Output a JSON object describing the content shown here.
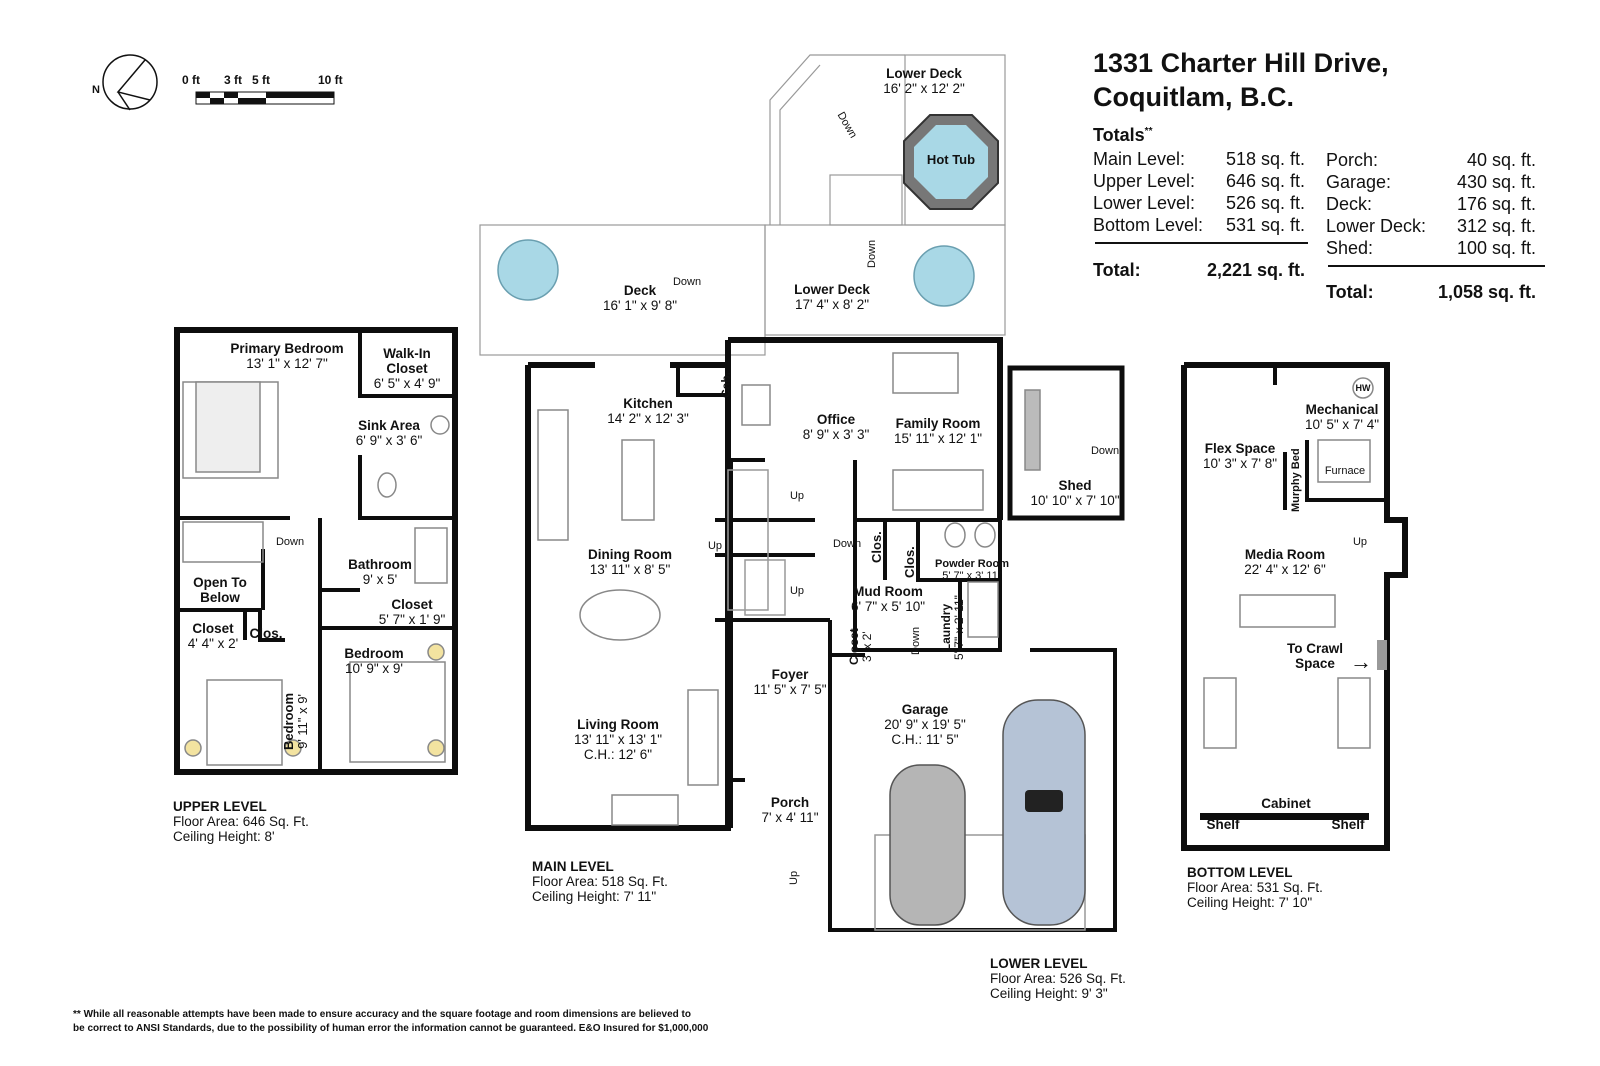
{
  "header": {
    "address_line1": "1331 Charter Hill Drive,",
    "address_line2": "Coquitlam, B.C.",
    "totals_title": "Totals",
    "totals_mark": "**"
  },
  "totals_left": {
    "rows": [
      {
        "label": "Main Level:",
        "value": "518 sq. ft."
      },
      {
        "label": "Upper Level:",
        "value": "646 sq. ft."
      },
      {
        "label": "Lower Level:",
        "value": "526 sq. ft."
      },
      {
        "label": "Bottom Level:",
        "value": "531 sq. ft."
      }
    ],
    "total_label": "Total:",
    "total_value": "2,221 sq. ft."
  },
  "totals_right": {
    "rows": [
      {
        "label": "Porch:",
        "value": "40 sq. ft."
      },
      {
        "label": "Garage:",
        "value": "430 sq. ft."
      },
      {
        "label": "Deck:",
        "value": "176 sq. ft."
      },
      {
        "label": "Lower Deck:",
        "value": "312 sq. ft."
      },
      {
        "label": "Shed:",
        "value": "100 sq. ft."
      }
    ],
    "total_label": "Total:",
    "total_value": "1,058 sq. ft."
  },
  "scale": {
    "l0": "0 ft",
    "l3": "3 ft",
    "l5": "5 ft",
    "l10": "10 ft",
    "compass": "N"
  },
  "levels": {
    "upper": {
      "name": "UPPER LEVEL",
      "area": "Floor Area: 646 Sq. Ft.",
      "ceiling": "Ceiling Height: 8'"
    },
    "main": {
      "name": "MAIN LEVEL",
      "area": "Floor Area: 518 Sq. Ft.",
      "ceiling": "Ceiling Height: 7' 11\""
    },
    "lower": {
      "name": "LOWER LEVEL",
      "area": "Floor Area: 526 Sq. Ft.",
      "ceiling": "Ceiling Height: 9' 3\""
    },
    "bottom": {
      "name": "BOTTOM LEVEL",
      "area": "Floor Area: 531 Sq. Ft.",
      "ceiling": "Ceiling Height: 7' 10\""
    }
  },
  "rooms": {
    "primary_bedroom": {
      "name": "Primary Bedroom",
      "dims": "13' 1\" x 12' 7\""
    },
    "walk_in_closet": {
      "name": "Walk-In",
      "name2": "Closet",
      "dims": "6' 5\" x 4' 9\""
    },
    "sink_area": {
      "name": "Sink Area",
      "dims": "6' 9\" x 3' 6\""
    },
    "open_to_below": {
      "name": "Open To",
      "name2": "Below"
    },
    "bathroom": {
      "name": "Bathroom",
      "dims": "9' x 5'"
    },
    "upper_closet": {
      "name": "Closet",
      "dims": "5' 7\" x 1' 9\""
    },
    "closet_small": {
      "name": "Closet",
      "dims": "4' 4\" x 2'"
    },
    "clos_upper": {
      "name": "Clos."
    },
    "bedroom_1": {
      "name": "Bedroom",
      "dims": "10' 9\" x 9'"
    },
    "bedroom_2": {
      "name": "Bedroom",
      "dims": "9' 11\" x 9'"
    },
    "deck": {
      "name": "Deck",
      "dims": "16' 1\" x 9' 8\""
    },
    "lower_deck_top": {
      "name": "Lower Deck",
      "dims": "16' 2\" x 12' 2\""
    },
    "lower_deck_mid": {
      "name": "Lower Deck",
      "dims": "17' 4\" x 8' 2\""
    },
    "hot_tub": {
      "name": "Hot Tub"
    },
    "kitchen": {
      "name": "Kitchen",
      "dims": "14' 2\" x 12' 3\""
    },
    "cab": {
      "name": "Cab."
    },
    "office": {
      "name": "Office",
      "dims": "8' 9\" x 3' 3\""
    },
    "family_room": {
      "name": "Family Room",
      "dims": "15' 11\" x 12' 1\""
    },
    "shed": {
      "name": "Shed",
      "dims": "10' 10\" x 7' 10\""
    },
    "dining_room": {
      "name": "Dining Room",
      "dims": "13' 11\" x 8' 5\""
    },
    "living_room": {
      "name": "Living Room",
      "dims": "13' 11\" x 13' 1\"",
      "ch": "C.H.: 12' 6\""
    },
    "foyer": {
      "name": "Foyer",
      "dims": "11' 5\" x 7' 5\""
    },
    "porch": {
      "name": "Porch",
      "dims": "7' x 4' 11\""
    },
    "mud_room": {
      "name": "Mud Room",
      "dims": "6' 7\" x 5' 10\""
    },
    "clos_a": {
      "name": "Clos."
    },
    "clos_b": {
      "name": "Clos."
    },
    "powder_room": {
      "name": "Powder Room",
      "dims": "5' 7\" x 3' 11\""
    },
    "laundry": {
      "name": "Laundry",
      "dims": "5' 7\" x 2' 11\""
    },
    "closet_lower": {
      "name": "Closet",
      "dims": "3' x 2'"
    },
    "garage": {
      "name": "Garage",
      "dims": "20' 9\" x 19' 5\"",
      "ch": "C.H.: 11' 5\""
    },
    "mechanical": {
      "name": "Mechanical",
      "dims": "10' 5\" x 7' 4\""
    },
    "hw": {
      "name": "HW"
    },
    "furnace": {
      "name": "Furnace"
    },
    "flex_space": {
      "name": "Flex Space",
      "dims": "10' 3\" x 7' 8\""
    },
    "murphy_bed": {
      "name": "Murphy Bed"
    },
    "media_room": {
      "name": "Media Room",
      "dims": "22' 4\" x 12' 6\""
    },
    "crawl_space": {
      "name": "To Crawl",
      "name2": "Space"
    },
    "cabinet": {
      "name": "Cabinet"
    },
    "shelf_left": {
      "name": "Shelf"
    },
    "shelf_right": {
      "name": "Shelf"
    }
  },
  "stair_notes": {
    "upper_down": "Down",
    "deck_down": "Down",
    "lower_deck_down": "Down",
    "lower_deck_down2": "Down",
    "main_up": "Up",
    "main_up_left": "Up",
    "main_up2": "Up",
    "main_down": "Down",
    "mud_down": "Down",
    "shed_down": "Down",
    "porch_up": "Up",
    "bottom_up": "Up"
  },
  "disclaimer": {
    "mark": "**",
    "line1": "While all reasonable attempts have been made to ensure accuracy and the square footage and room dimensions are believed to",
    "line2": "be correct to ANSI Standards, due to the possibility of human error the information cannot be guaranteed. E&O Insured for $1,000,000"
  },
  "colors": {
    "wall": "#0d0d0d",
    "accent_light": "#a9d8e6",
    "door_arc": "#7bc67b",
    "grey_fill": "#cccccc"
  }
}
